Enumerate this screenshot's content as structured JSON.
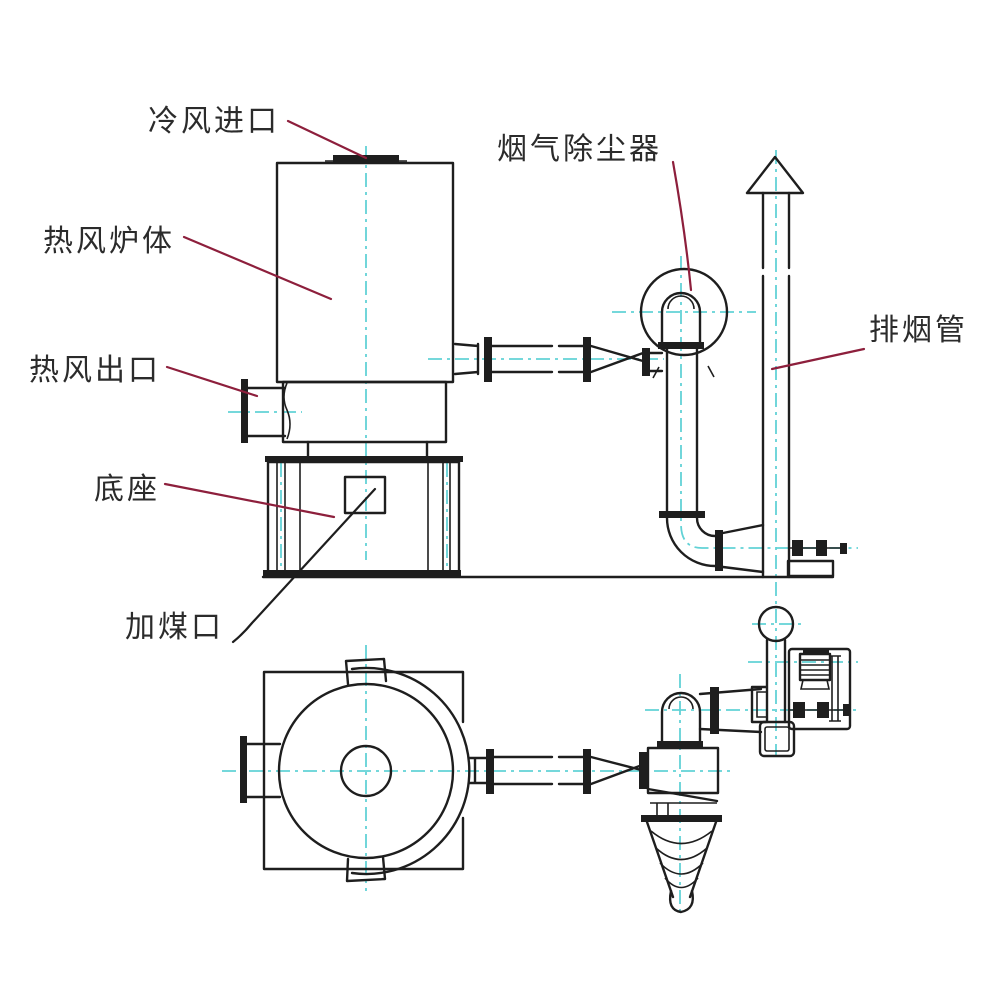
{
  "figure": {
    "colors": {
      "line": "#1e1e1e",
      "centerline": "#62d2d6",
      "leader": "#8d1f3c",
      "text": "#2b2b2b",
      "background": "#ffffff"
    },
    "labels": {
      "cold_air_inlet": "冷风进口",
      "furnace_body": "热风炉体",
      "hot_air_outlet": "热风出口",
      "base": "底座",
      "coal_port": "加煤口",
      "dust_collector": "烟气除尘器",
      "exhaust_pipe": "排烟管"
    }
  }
}
